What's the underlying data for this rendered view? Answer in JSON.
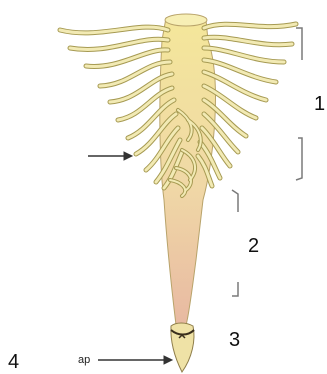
{
  "labels": {
    "zone_1": "1",
    "zone_2": "2",
    "zone_3": "3",
    "zone_4": "4",
    "ap": "ap"
  },
  "colors": {
    "root_hair_fill": "#f2eab4",
    "root_hair_stroke": "#a69a52",
    "root_top": "#f4e79a",
    "root_mid": "#f0d8a6",
    "root_bottom": "#e8b9a2",
    "root_cap": "#efe2a6",
    "bracket": "#7a7a7a",
    "arrow": "#333333"
  }
}
